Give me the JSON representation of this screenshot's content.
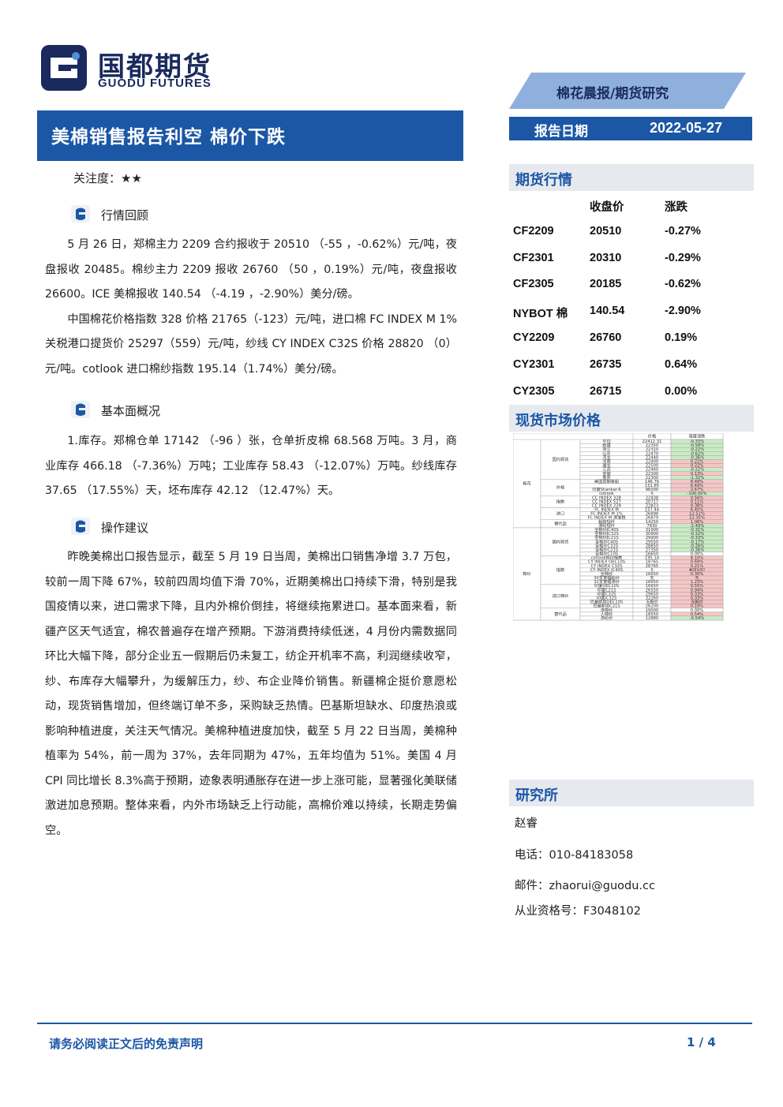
{
  "brand": {
    "name_cn": "国都期货",
    "name_en": "GUODU FUTURES",
    "logo_icon": "guodu-logo-icon",
    "primary_color": "#1c57a5",
    "banner_color": "#8fb0dc"
  },
  "header": {
    "category": "棉花晨报/期货研究",
    "title": "美棉销售报告利空 棉价下跌",
    "date_label": "报告日期",
    "date_value": "2022-05-27"
  },
  "attention": {
    "label": "关注度：",
    "stars": "★★"
  },
  "sections": {
    "review": {
      "icon": "section-icon",
      "title": "行情回顾",
      "paragraphs": [
        "5 月 26 日，郑棉主力 2209 合约报收于 20510 （-55 ，-0.62%）元/吨，夜盘报收 20485。棉纱主力 2209 报收 26760 （50 ，0.19%）元/吨，夜盘报收 26600。ICE 美棉报收 140.54 （-4.19 ，-2.90%）美分/磅。",
        "中国棉花价格指数 328 价格 21765（-123）元/吨，进口棉 FC INDEX M 1%关税港口提货价 25297（559）元/吨，纱线 CY INDEX C32S 价格 28820 （0）元/吨。cotlook 进口棉纱指数 195.14（1.74%）美分/磅。"
      ]
    },
    "fundamentals": {
      "icon": "section-icon",
      "title": "基本面概况",
      "paragraphs": [
        "1.库存。郑棉仓单 17142 （-96 ）张，仓单折皮棉 68.568 万吨。3 月，商业库存 466.18 （-7.36%）万吨；工业库存 58.43 （-12.07%）万吨。纱线库存 37.65 （17.55%）天，坯布库存 42.12 （12.47%）天。"
      ]
    },
    "advice": {
      "icon": "section-icon",
      "title": "操作建议",
      "paragraphs": [
        "昨晚美棉出口报告显示，截至 5 月 19 日当周，美棉出口销售净增 3.7 万包，较前一周下降 67%，较前四周均值下滑 70%，近期美棉出口持续下滑，特别是我国疫情以来，进口需求下降，且内外棉价倒挂，将继续拖累进口。基本面来看，新疆产区天气适宜，棉农普遍存在增产预期。下游消费持续低迷，4 月份内需数据同环比大幅下降，部分企业五一假期后仍未复工，纺企开机率不高，利润继续收窄，纱、布库存大幅攀升，为缓解压力，纱、布企业降价销售。新疆棉企挺价意愿松动，现货销售增加，但终端订单不多，采购缺乏热情。巴基斯坦缺水、印度热浪或影响种植进度，关注天气情况。美棉种植进度加快，截至 5 月 22 日当周，美棉种植率为 54%，前一周为 37%，去年同期为 47%，五年均值为 51%。美国 4 月 CPI 同比增长 8.3%高于预期，迹象表明通胀存在进一步上涨可能，显著强化美联储激进加息预期。整体来看，内外市场缺乏上行动能，高棉价难以持续，长期走势偏空。"
      ]
    }
  },
  "futures": {
    "title": "期货行情",
    "columns": [
      "",
      "收盘价",
      "涨跌"
    ],
    "rows": [
      {
        "contract": "CF2209",
        "close": "20510",
        "change": "-0.27%"
      },
      {
        "contract": "CF2301",
        "close": "20310",
        "change": "-0.29%"
      },
      {
        "contract": "CF2305",
        "close": "20185",
        "change": "-0.62%"
      },
      {
        "contract": "NYBOT 棉",
        "close": "140.54",
        "change": "-2.90%"
      },
      {
        "contract": "CY2209",
        "close": "26760",
        "change": "0.19%"
      },
      {
        "contract": "CY2301",
        "close": "26735",
        "change": "0.64%"
      },
      {
        "contract": "CY2305",
        "close": "26715",
        "change": "0.00%"
      }
    ]
  },
  "spot": {
    "title": "现货市场价格",
    "header": [
      "价格",
      "周度涨跌"
    ],
    "up_color": "#f6c6c6",
    "down_color": "#c9ecc4",
    "groups": [
      {
        "name": "棉花",
        "subs": [
          {
            "name": "国内现货",
            "rows": [
              {
                "item": "平均",
                "price": "22412.31",
                "change": "-0.33%",
                "dir": "down"
              },
              {
                "item": "新疆",
                "price": "22350",
                "change": "-0.58%",
                "dir": "down"
              },
              {
                "item": "浙江",
                "price": "22310",
                "change": "-0.22%",
                "dir": "down"
              },
              {
                "item": "山东",
                "price": "22470",
                "change": "-0.62%",
                "dir": "down"
              },
              {
                "item": "河北",
                "price": "22440",
                "change": "-0.36%",
                "dir": "down"
              },
              {
                "item": "河南",
                "price": "22400",
                "change": "0.22%",
                "dir": "up"
              },
              {
                "item": "湖北",
                "price": "22500",
                "change": "0.22%",
                "dir": "up"
              },
              {
                "item": "江苏",
                "price": "22460",
                "change": "-0.22%",
                "dir": "down"
              },
              {
                "item": "安徽",
                "price": "22300",
                "change": "0.13%",
                "dir": "up"
              },
              {
                "item": "重庆",
                "price": "22300",
                "change": "-1.32%",
                "dir": "down"
              }
            ]
          },
          {
            "name": "外棉",
            "rows": [
              {
                "item": "美国远期装船",
                "price": "146.76",
                "change": "8.49%",
                "dir": "up"
              },
              {
                "item": "",
                "price": "152.85",
                "change": "6.69%",
                "dir": "up"
              },
              {
                "item": "印度Shankar-6",
                "price": "96000",
                "change": "2.67%",
                "dir": "up"
              },
              {
                "item": "cotlook",
                "price": "0",
                "change": "-100.00%",
                "dir": "down"
              }
            ]
          },
          {
            "name": "指数",
            "rows": [
              {
                "item": "CC INDEX 328",
                "price": "22438",
                "change": "0.56%",
                "dir": "up"
              },
              {
                "item": "CC INDEX 527",
                "price": "20717",
                "change": "0.11%",
                "dir": "up"
              },
              {
                "item": "CC INDEX 229",
                "price": "22823",
                "change": "0.38%",
                "dir": "up"
              }
            ]
          },
          {
            "name": "进口",
            "rows": [
              {
                "item": "FC INDEX M",
                "price": "157.44",
                "change": "6.45%",
                "dir": "up"
              },
              {
                "item": "FC INDEX M 1%",
                "price": "26898",
                "change": "12.51%",
                "dir": "up"
              },
              {
                "item": "FC INDEX M 滑准税",
                "price": "26879",
                "change": "12.35%",
                "dir": "up"
              }
            ]
          },
          {
            "name": "替代品",
            "rows": [
              {
                "item": "黏胶短纤",
                "price": "14250",
                "change": "1.06%",
                "dir": "up"
              },
              {
                "item": "涤纶短纤",
                "price": "7830",
                "change": "-2.49%",
                "dir": "down"
              }
            ]
          }
        ]
      },
      {
        "name": "棉纱",
        "subs": [
          {
            "name": "国内现货",
            "rows": [
              {
                "item": "全棉纱JC40S",
                "price": "31900",
                "change": "-0.31%",
                "dir": "down"
              },
              {
                "item": "全棉纱JC32S",
                "price": "30900",
                "change": "-0.32%",
                "dir": "down"
              },
              {
                "item": "全棉纱JC21S",
                "price": "29900",
                "change": "-0.33%",
                "dir": "down"
              },
              {
                "item": "全棉纱C40S",
                "price": "29550",
                "change": "-0.17%",
                "dir": "down"
              },
              {
                "item": "全棉纱C32S",
                "price": "28850",
                "change": "-0.26%",
                "dir": "down"
              },
              {
                "item": "全棉纱C21S",
                "price": "27350",
                "change": "-0.36%",
                "dir": "down"
              },
              {
                "item": "全棉纱C10S",
                "price": "16650",
                "change": "0.00%",
                "dir": "flat"
              }
            ]
          },
          {
            "name": "指数",
            "rows": [
              {
                "item": "cotlook棉纱指数",
                "price": "195.14",
                "change": "8.10%",
                "dir": "up"
              },
              {
                "item": "CY INDEX OEC10S",
                "price": "18765",
                "change": "0.69%",
                "dir": "up"
              },
              {
                "item": "CY INDEX C32S",
                "price": "28765",
                "change": "0.21%",
                "dir": "up"
              },
              {
                "item": "CY INDEX JC40S",
                "price": "0",
                "change": "#DIV/0!",
                "dir": "up"
              },
              {
                "item": "全棉纱",
                "price": "16650",
                "change": "0.30%",
                "dir": "up"
              },
              {
                "item": "30支宽幅粘纱",
                "price": "无",
                "change": "无",
                "dir": "up"
              },
              {
                "item": "32支宽幅涤纱",
                "price": "16650",
                "change": "1.23%",
                "dir": "up"
              }
            ]
          },
          {
            "name": "进口棉纱",
            "rows": [
              {
                "item": "印度OEC10S",
                "price": "16650",
                "change": "0.55%",
                "dir": "up"
              },
              {
                "item": "印度C21S",
                "price": "26550",
                "change": "0.94%",
                "dir": "up"
              },
              {
                "item": "印度C32S",
                "price": "29650",
                "change": "0.33%",
                "dir": "up"
              },
              {
                "item": "印度JC32S",
                "price": "32260",
                "change": "0.33%",
                "dir": "up"
              },
              {
                "item": "巴基斯坦OEC10S",
                "price": "无报价",
                "change": "无报价",
                "dir": "up"
              },
              {
                "item": "巴基斯坦C21S",
                "price": "26200",
                "change": "0.19%",
                "dir": "up"
              }
            ]
          },
          {
            "name": "替代品",
            "rows": [
              {
                "item": "涤棉纱",
                "price": "19000",
                "change": "0.00%",
                "dir": "flat"
              },
              {
                "item": "人棉纱",
                "price": "18550",
                "change": "0.54%",
                "dir": "up"
              },
              {
                "item": "涤纶纱",
                "price": "12880",
                "change": "-0.54%",
                "dir": "down"
              }
            ]
          }
        ]
      }
    ]
  },
  "institute": {
    "title": "研究所",
    "analyst": "赵睿",
    "phone": "电话：010-84183058",
    "email": "邮件：zhaorui@guodu.cc",
    "license": "从业资格号：F3048102"
  },
  "footer": {
    "disclaimer": "请务必阅读正文后的免责声明",
    "page": "1 / 4"
  }
}
